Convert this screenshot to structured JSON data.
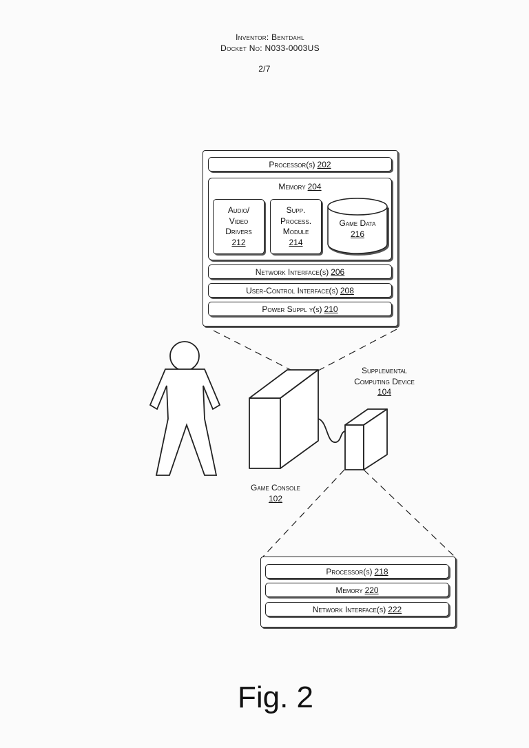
{
  "header": {
    "inventor": "Inventor: Bentdahl",
    "docket": "Docket No: N033-0003US",
    "sheet": "2/7"
  },
  "console_box": {
    "processor": {
      "label": "Processor(s)",
      "num": "202"
    },
    "memory": {
      "label": "Memory",
      "num": "204"
    },
    "av_drivers": {
      "line1": "Audio/",
      "line2": "Video",
      "line3": "Drivers",
      "num": "212"
    },
    "supp_module": {
      "line1": "Supp.",
      "line2": "Process.",
      "line3": "Module",
      "num": "214"
    },
    "game_data": {
      "label": "Game Data",
      "num": "216"
    },
    "network": {
      "label": "Network Interface(s)",
      "num": "206"
    },
    "user_control": {
      "label": "User-Control Interface(s)",
      "num": "208"
    },
    "power": {
      "label": "Power Suppl y(s)",
      "num": "210"
    }
  },
  "supplemental_device": {
    "line1": "Supplemental",
    "line2": "Computing Device",
    "num": "104"
  },
  "game_console": {
    "label": "Game Console",
    "num": "102"
  },
  "supp_box": {
    "processor": {
      "label": "Processor(s)",
      "num": "218"
    },
    "memory": {
      "label": "Memory",
      "num": "220"
    },
    "network": {
      "label": "Network Interface(s)",
      "num": "222"
    }
  },
  "figure_label": "Fig. 2"
}
